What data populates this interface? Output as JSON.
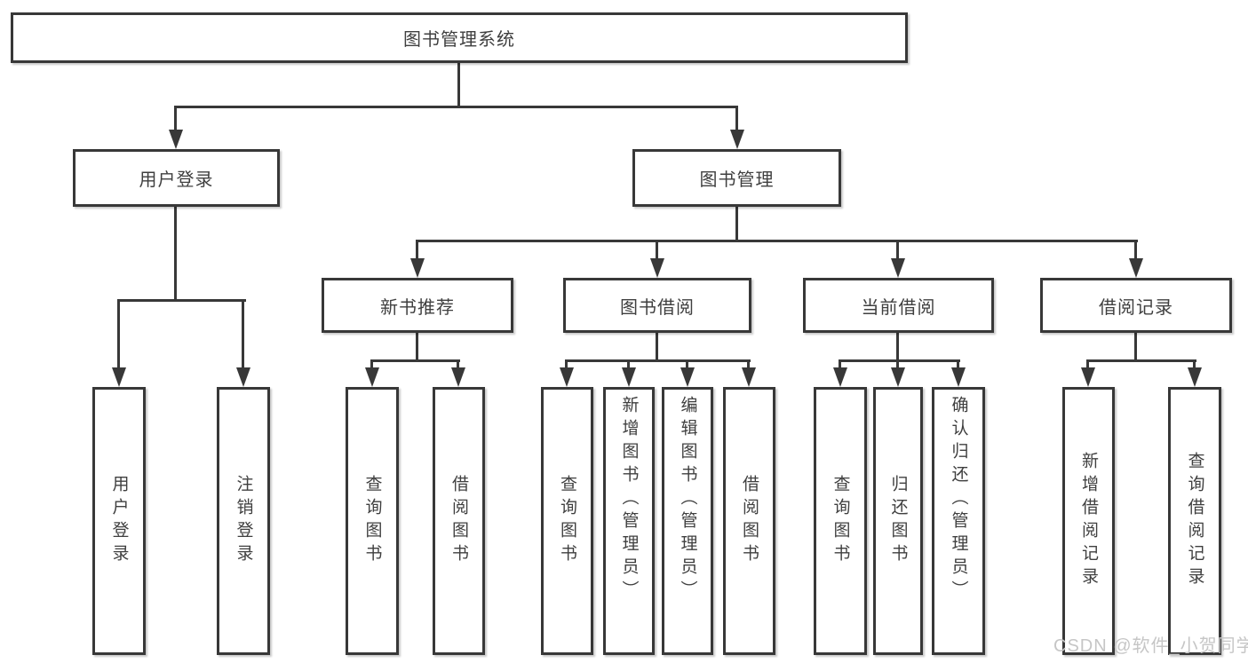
{
  "diagram_type": "tree-functional-structure",
  "colors": {
    "line": "#383838",
    "text": "#3f3f3f",
    "background": "#ffffff",
    "watermark": "#c6c6c6"
  },
  "watermark": {
    "text": "CSDN @软件_小贺同学"
  },
  "tree": {
    "root": {
      "label": "图书管理系统",
      "children": [
        {
          "label": "用户登录",
          "children": [
            {
              "label": "用户登录"
            },
            {
              "label": "注销登录"
            }
          ]
        },
        {
          "label": "图书管理",
          "children": [
            {
              "label": "新书推荐",
              "children": [
                {
                  "label": "查询图书"
                },
                {
                  "label": "借阅图书"
                }
              ]
            },
            {
              "label": "图书借阅",
              "children": [
                {
                  "label": "查询图书"
                },
                {
                  "label": "新增图书（管理员）"
                },
                {
                  "label": "编辑图书（管理员）"
                },
                {
                  "label": "借阅图书"
                }
              ]
            },
            {
              "label": "当前借阅",
              "children": [
                {
                  "label": "查询图书"
                },
                {
                  "label": "归还图书"
                },
                {
                  "label": "确认归还（管理员）"
                }
              ]
            },
            {
              "label": "借阅记录",
              "children": [
                {
                  "label": "新增借阅记录"
                },
                {
                  "label": "查询借阅记录"
                }
              ]
            }
          ]
        }
      ]
    }
  }
}
